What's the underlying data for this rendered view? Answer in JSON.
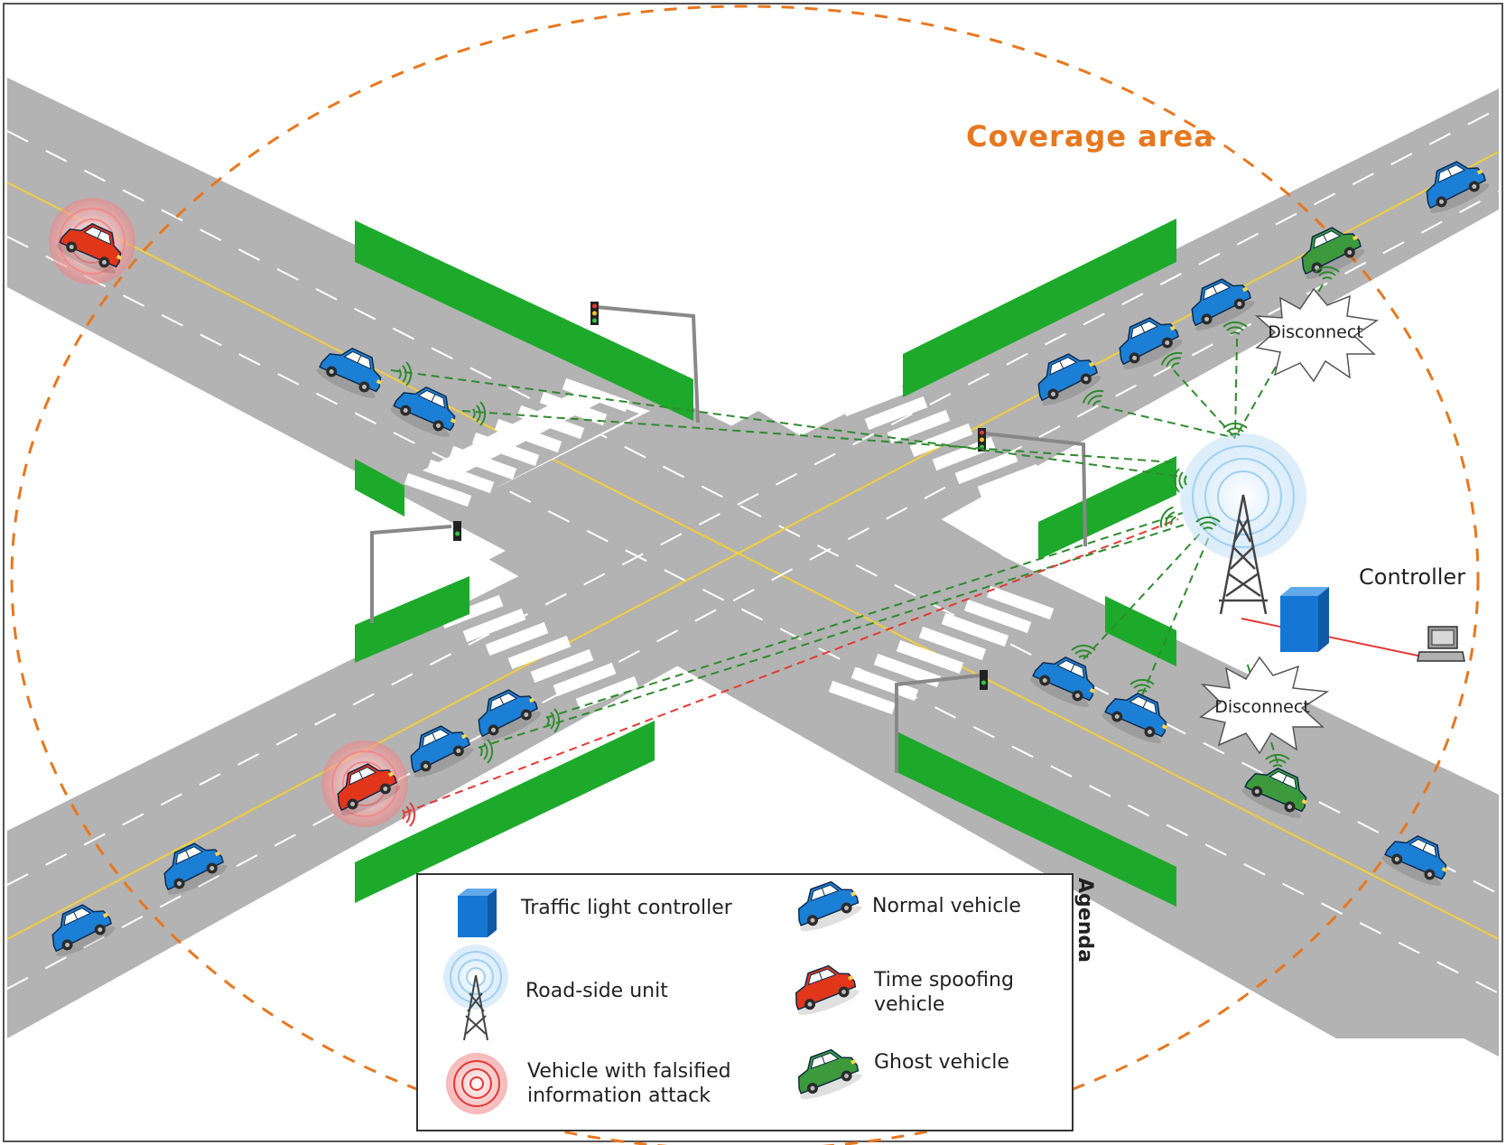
{
  "coverage": {
    "label": "Coverage area",
    "color": "#E8771E"
  },
  "controller": {
    "label": "Controller"
  },
  "disconnect_labels": [
    "Disconnect",
    "Disconnect"
  ],
  "legend": {
    "title": "Agenda",
    "items": [
      {
        "icon": "traffic-light-controller-icon",
        "label_lines": [
          "Traffic light controller"
        ]
      },
      {
        "icon": "road-side-unit-icon",
        "label_lines": [
          "Road-side unit"
        ]
      },
      {
        "icon": "falsified-information-attack-icon",
        "label_lines": [
          "Vehicle with falsified",
          "information attack"
        ]
      },
      {
        "icon": "normal-vehicle-icon",
        "label_lines": [
          "Normal vehicle"
        ]
      },
      {
        "icon": "time-spoofing-vehicle-icon",
        "label_lines": [
          "Time spoofing",
          "vehicle"
        ]
      },
      {
        "icon": "ghost-vehicle-icon",
        "label_lines": [
          "Ghost vehicle"
        ]
      }
    ]
  },
  "colors": {
    "road": "#B3B3B3",
    "sidewalk_green": "#1DAA2B",
    "lane_yellow": "#F2D03A",
    "normal_vehicle": "#1C7FD6",
    "spoof_vehicle": "#E2361A",
    "ghost_vehicle": "#3C9A3C",
    "rsu_link": "#2E8B2E",
    "attack_link": "#E53935",
    "controller_box": "#1576D4"
  }
}
